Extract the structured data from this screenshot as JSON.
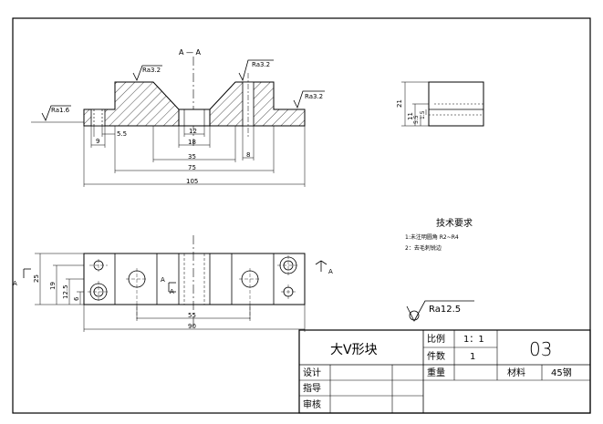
{
  "section_label": "A — A",
  "view_marker_a": "A",
  "view_marker_a_left": "A",
  "view_marker_a_mid_top": "A",
  "view_marker_a_mid_bottom": "A",
  "roughness": {
    "top_left": "Ra3.2",
    "top_right": "Ra3.2",
    "right": "Ra3.2",
    "left": "Ra1.6",
    "general": "Ra12.5"
  },
  "dims_front": {
    "d5_5": "5.5",
    "d9": "9",
    "d12": "12",
    "d18": "18",
    "d35": "35",
    "d8": "8",
    "d75": "75",
    "d105": "105"
  },
  "dims_side": {
    "d21": "21",
    "d11": "11",
    "d5_5": "5.5",
    "d1_5": "1.5"
  },
  "dims_top": {
    "d25": "25",
    "d19": "19",
    "d12_5": "12.5",
    "d6": "6",
    "d55": "55",
    "d90": "90"
  },
  "tech": {
    "title": "技术要求",
    "line1": "1:未注明圆角 R2~R4",
    "line2": "2：去毛刺锐边"
  },
  "title_block": {
    "part_name": "大V形块",
    "scale_label": "比例",
    "scale_value": "1：1",
    "qty_label": "件数",
    "qty_value": "1",
    "drawing_no": "03",
    "weight_label": "重量",
    "material_label": "材料",
    "material_value": "45钢",
    "design_label": "设计",
    "guide_label": "指导",
    "review_label": "审核"
  }
}
